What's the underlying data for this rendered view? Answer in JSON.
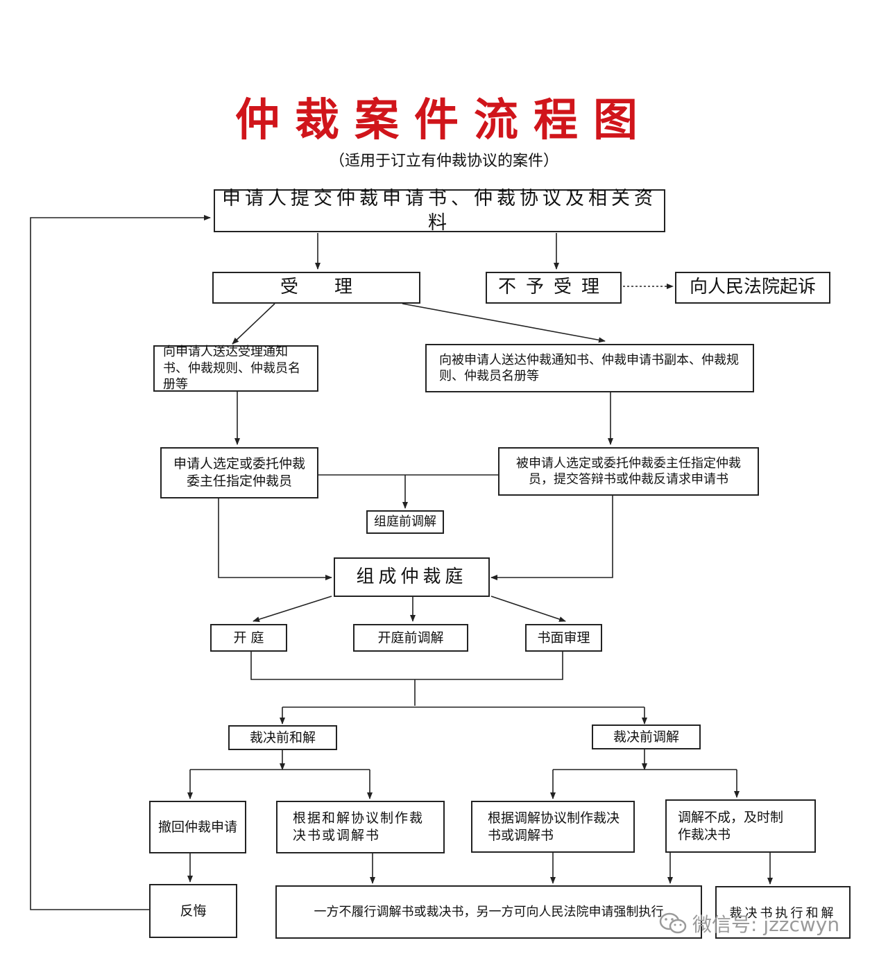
{
  "title": "仲裁案件流程图",
  "subtitle": "（适用于订立有仲裁协议的案件）",
  "nodes": {
    "submit": "申请人提交仲裁申请书、仲裁协议及相关资料",
    "accept": "受　　理",
    "reject": "不予受理",
    "sue": "向人民法院起诉",
    "notify_applicant": "向申请人送达受理通知书、仲裁规则、仲裁员名册等",
    "notify_respondent": "向被申请人送达仲裁通知书、仲裁申请书副本、仲裁规则、仲裁员名册等",
    "applicant_select": "申请人选定或委托仲裁委主任指定仲裁员",
    "respondent_select": "被申请人选定或委托仲裁委主任指定仲裁员，提交答辩书或仲裁反请求申请书",
    "pre_tribunal_mediation": "组庭前调解",
    "form_tribunal": "组成仲裁庭",
    "hearing": "开 庭",
    "pre_hearing_mediation": "开庭前调解",
    "written_review": "书面审理",
    "pre_award_settlement": "裁决前和解",
    "pre_award_mediation": "裁决前调解",
    "withdraw": "撤回仲裁申请",
    "settlement_award": "根据和解协议制作裁决书或调解书",
    "mediation_award": "根据调解协议制作裁决书或调解书",
    "failed_mediation": "调解不成，及时制作裁决书",
    "regret": "反悔",
    "enforcement": "一方不履行调解书或裁决书，另一方可向人民法院申请强制执行",
    "award_explain": "裁决书执行和解"
  },
  "watermark": "微信号: jzzcwyn",
  "colors": {
    "title": "#d0151b",
    "line": "#222222",
    "watermark": "#9a9a9a"
  }
}
